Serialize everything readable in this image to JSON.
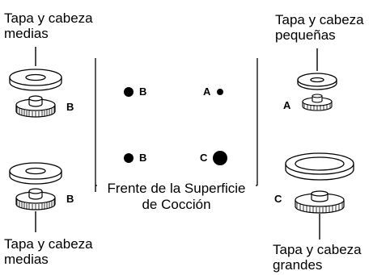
{
  "labels": {
    "top_left": [
      "Tapa y cabeza",
      "medias"
    ],
    "top_right": [
      "Tapa y cabeza",
      "pequeñas"
    ],
    "bottom_left": [
      "Tapa y cabeza",
      "medias"
    ],
    "bottom_right": [
      "Tapa y cabeza",
      "grandes"
    ]
  },
  "front_label": [
    "Frente de la Superficie",
    "de Cocción"
  ],
  "burner_letters": {
    "left_top": "B",
    "left_bottom": "B",
    "right_top": "A",
    "right_bottom": "C"
  },
  "positions": {
    "rear_left": "B",
    "rear_right": "A",
    "front_left": "B",
    "front_right": "C"
  }
}
